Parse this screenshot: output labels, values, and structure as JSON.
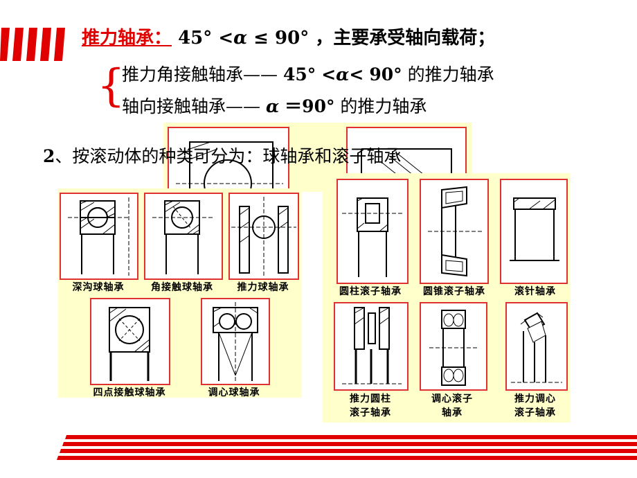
{
  "heading": {
    "term": "推力轴承：",
    "condition_pre": "45°",
    "condition_alpha1": "<α ≤",
    "condition_post": "90° ，主要承受轴向载荷；"
  },
  "subtypes": [
    {
      "name": "推力角接触轴承——",
      "angle_a": "45°",
      "alpha": "<α<",
      "angle_b": "90°",
      "suffix": "的推力轴承"
    },
    {
      "name": "轴向接触轴承——",
      "alpha": "α",
      "eq": "＝90°",
      "suffix": "的推力轴承"
    }
  ],
  "section2": {
    "number": "2",
    "text": "、按滚动体的种类可分为：球轴承和滚子轴承"
  },
  "ball_bearings": [
    "深沟球轴承",
    "角接触球轴承",
    "推力球轴承",
    "四点接触球轴承",
    "调心球轴承"
  ],
  "roller_bearings": [
    "圆柱滚子轴承",
    "圆锥滚子轴承",
    "滚针轴承",
    "推力圆柱\n滚子轴承",
    "调心滚子\n轴承",
    "推力调心\n滚子轴承"
  ],
  "colors": {
    "accent": "#e00000",
    "panel": "#ffffcc",
    "frame": "#e03030"
  }
}
